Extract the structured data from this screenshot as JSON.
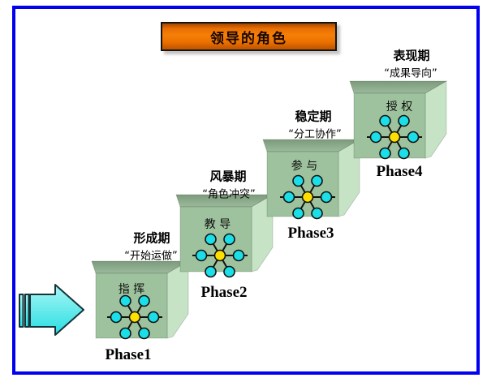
{
  "title": {
    "text": "领导的角色"
  },
  "steps": [
    {
      "phase_label": "Phase1",
      "stage_name": "形成期",
      "stage_quote": "“开始运做”",
      "leader_role": "指 挥"
    },
    {
      "phase_label": "Phase2",
      "stage_name": "风暴期",
      "stage_quote": "“角色冲突”",
      "leader_role": "教 导"
    },
    {
      "phase_label": "Phase3",
      "stage_name": "稳定期",
      "stage_quote": "“分工协作”",
      "leader_role": "参 与"
    },
    {
      "phase_label": "Phase4",
      "stage_name": "表现期",
      "stage_quote": "“成果导向”",
      "leader_role": "授 权"
    }
  ],
  "icons": {
    "arrow": "striped-right-arrow-icon",
    "network": "hub-spoke-network-icon"
  },
  "colors": {
    "frame_blue": "#0101EF",
    "banner_orange": "#F07A04",
    "cube_front": "#9DC29D",
    "cube_top": "#86A386",
    "cube_side": "#C6E3C6",
    "arrow_cyan": "#2EE2E6",
    "node_cyan": "#1ADFE8",
    "hub_yellow": "#FFDF00"
  }
}
